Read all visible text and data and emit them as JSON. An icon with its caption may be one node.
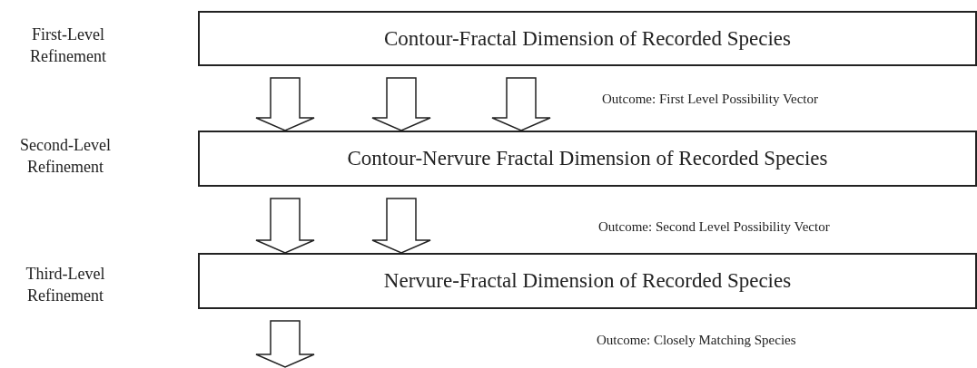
{
  "diagram": {
    "nodes": [
      {
        "text": [
          "Contour-Fractal Dimension of Recorded Species"
        ]
      },
      {
        "text": [
          "Contour-Nervure Fractal Dimension of Recorded Species"
        ]
      },
      {
        "text": [
          "Nervure-Fractal Dimension of Recorded Species"
        ]
      }
    ],
    "edges": [
      {
        "from": 0,
        "to": 1,
        "arrow": "to"
      },
      {
        "from": 0,
        "to": 1,
        "arrow": "to"
      },
      {
        "from": 0,
        "to": 1,
        "arrow": "to"
      },
      {
        "from": 1,
        "to": 2,
        "arrow": "to"
      },
      {
        "from": 1,
        "to": 2,
        "arrow": "to"
      },
      {
        "from": 2,
        "to": null,
        "arrow": "to"
      }
    ],
    "labels": [
      "First-Level Refinement",
      "Outcome: First Level Possibility Vector",
      "Second-Level Refinement",
      "Outcome: Second Level Possibility Vector",
      "Third-Level Refinement",
      "Outcome: Closely Matching Species"
    ]
  }
}
